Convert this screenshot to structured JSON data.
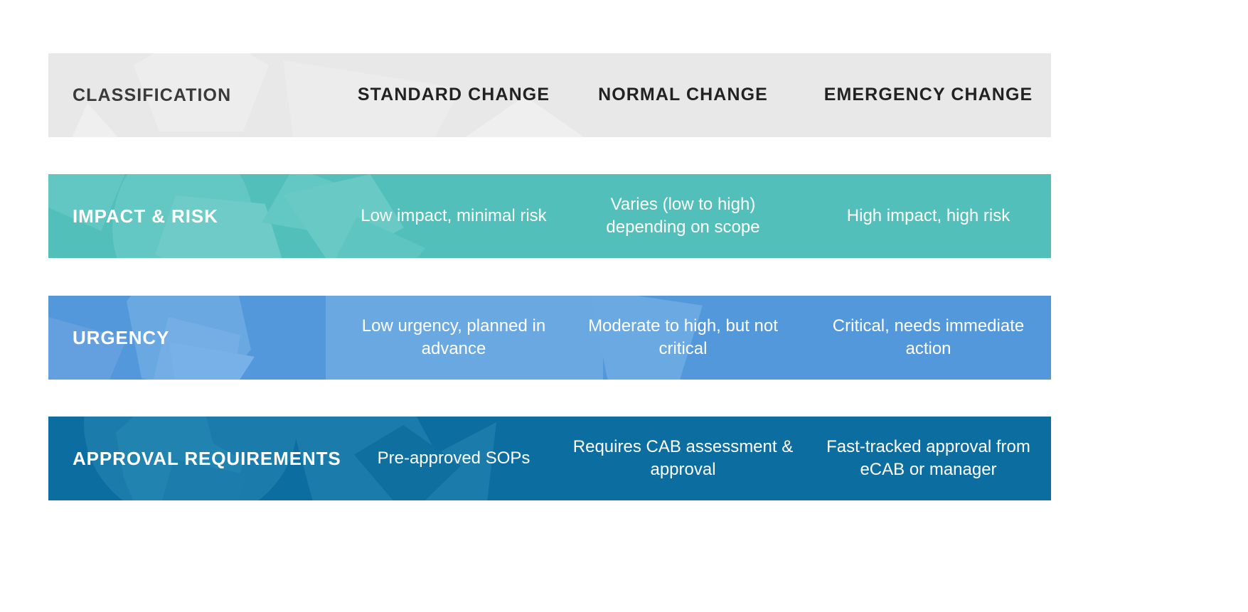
{
  "table": {
    "header": {
      "label": "CLASSIFICATION",
      "columns": [
        "STANDARD CHANGE",
        "NORMAL CHANGE",
        "EMERGENCY CHANGE"
      ]
    },
    "rows": [
      {
        "label": "IMPACT & RISK",
        "color": "#52bfbb",
        "cells": [
          "Low impact, minimal risk",
          "Varies (low to high) depending on scope",
          "High impact, high risk"
        ]
      },
      {
        "label": "URGENCY",
        "color": "#5398db",
        "cells": [
          "Low urgency, planned in advance",
          "Moderate to high, but not critical",
          "Critical, needs immediate action"
        ]
      },
      {
        "label": "APPROVAL REQUIREMENTS",
        "color": "#0c6ea0",
        "cells": [
          "Pre-approved SOPs",
          "Requires CAB assessment & approval",
          "Fast-tracked approval from eCAB or manager"
        ]
      }
    ]
  },
  "colors": {
    "header_background": "#e8e8e8",
    "header_text": "#3a3a3a",
    "row_teal": "#52bfbb",
    "row_blue": "#5398db",
    "row_dark_blue": "#0c6ea0",
    "value_text": "#ffffff",
    "page_background": "#ffffff"
  }
}
